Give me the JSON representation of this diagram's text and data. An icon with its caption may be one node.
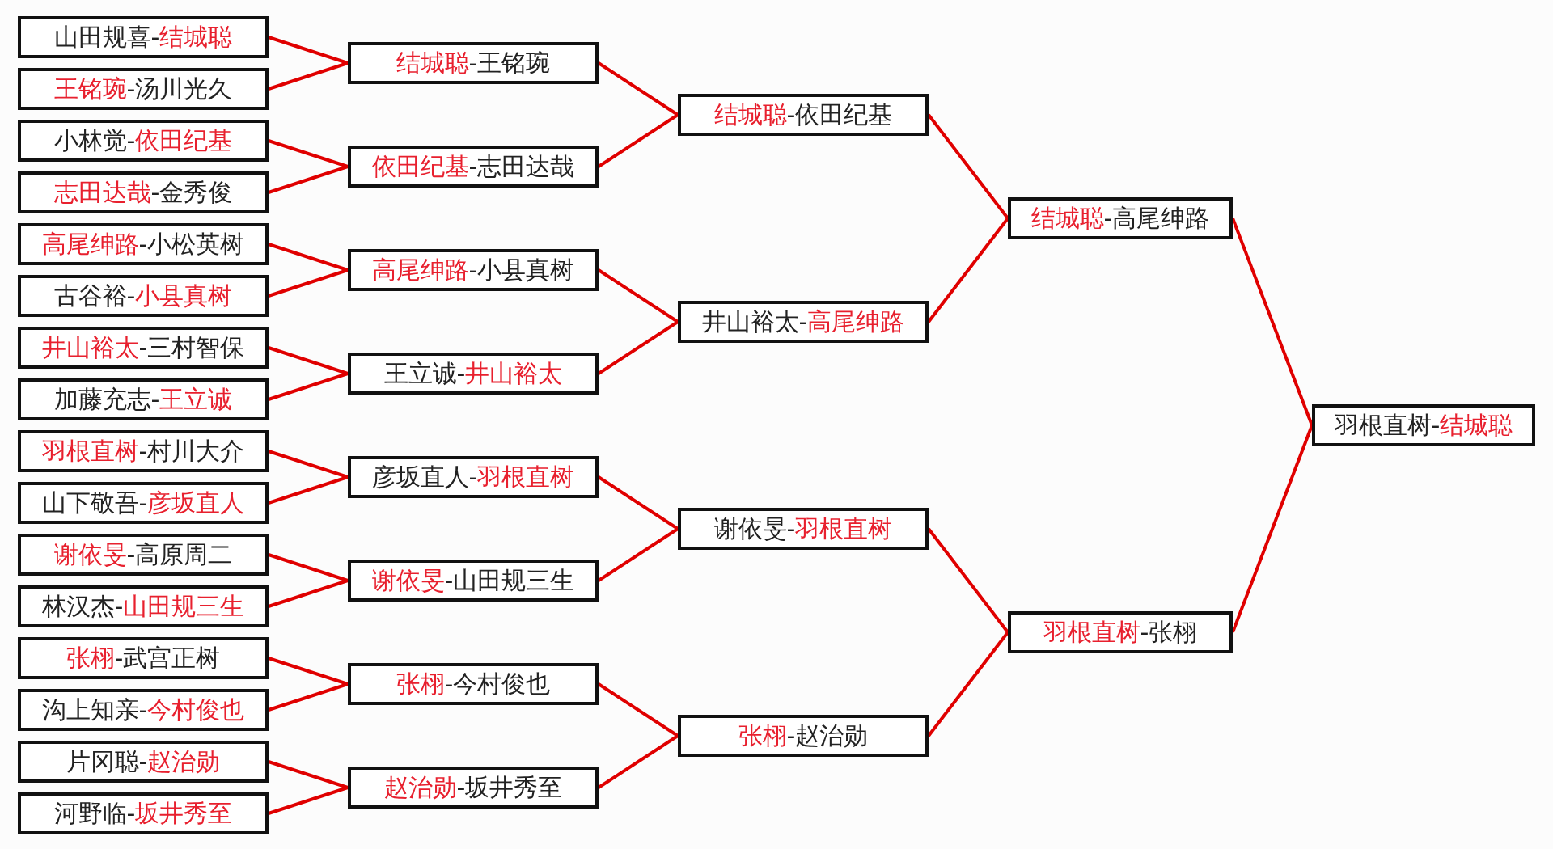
{
  "diagram": {
    "nodes": [
      {
        "text": [
          "山田规喜-结城聪"
        ]
      },
      {
        "text": [
          "王铭琬-汤川光久"
        ]
      },
      {
        "text": [
          "小林觉-依田纪基"
        ]
      },
      {
        "text": [
          "志田达哉-金秀俊"
        ]
      },
      {
        "text": [
          "高尾绅路-小松英树"
        ]
      },
      {
        "text": [
          "古谷裕-小县真树"
        ]
      },
      {
        "text": [
          "井山裕太-三村智保"
        ]
      },
      {
        "text": [
          "加藤充志-王立诚"
        ]
      },
      {
        "text": [
          "羽根直树-村川大介"
        ]
      },
      {
        "text": [
          "山下敬吾-彦坂直人"
        ]
      },
      {
        "text": [
          "谢依旻-高原周二"
        ]
      },
      {
        "text": [
          "林汉杰-山田规三生"
        ]
      },
      {
        "text": [
          "张栩-武宫正树"
        ]
      },
      {
        "text": [
          "沟上知亲-今村俊也"
        ]
      },
      {
        "text": [
          "片冈聪-赵治勋"
        ]
      },
      {
        "text": [
          "河野临-坂井秀至"
        ]
      },
      {
        "text": [
          "结城聪-王铭琬"
        ]
      },
      {
        "text": [
          "依田纪基-志田达哉"
        ]
      },
      {
        "text": [
          "高尾绅路-小县真树"
        ]
      },
      {
        "text": [
          "王立诚-井山裕太"
        ]
      },
      {
        "text": [
          "彦坂直人-羽根直树"
        ]
      },
      {
        "text": [
          "谢依旻-山田规三生"
        ]
      },
      {
        "text": [
          "张栩-今村俊也"
        ]
      },
      {
        "text": [
          "赵治勋-坂井秀至"
        ]
      },
      {
        "text": [
          "结城聪-依田纪基"
        ]
      },
      {
        "text": [
          "井山裕太-高尾绅路"
        ]
      },
      {
        "text": [
          "谢依旻-羽根直树"
        ]
      },
      {
        "text": [
          "张栩-赵治勋"
        ]
      },
      {
        "text": [
          "结城聪-高尾绅路"
        ]
      },
      {
        "text": [
          "羽根直树-张栩"
        ]
      },
      {
        "text": [
          "羽根直树-结城聪"
        ]
      }
    ],
    "edges": [
      {
        "from": 0,
        "to": 16,
        "arrow": "none"
      },
      {
        "from": 1,
        "to": 16,
        "arrow": "none"
      },
      {
        "from": 2,
        "to": 17,
        "arrow": "none"
      },
      {
        "from": 3,
        "to": 17,
        "arrow": "none"
      },
      {
        "from": 4,
        "to": 18,
        "arrow": "none"
      },
      {
        "from": 5,
        "to": 18,
        "arrow": "none"
      },
      {
        "from": 6,
        "to": 19,
        "arrow": "none"
      },
      {
        "from": 7,
        "to": 19,
        "arrow": "none"
      },
      {
        "from": 8,
        "to": 20,
        "arrow": "none"
      },
      {
        "from": 9,
        "to": 20,
        "arrow": "none"
      },
      {
        "from": 10,
        "to": 21,
        "arrow": "none"
      },
      {
        "from": 11,
        "to": 21,
        "arrow": "none"
      },
      {
        "from": 12,
        "to": 22,
        "arrow": "none"
      },
      {
        "from": 13,
        "to": 22,
        "arrow": "none"
      },
      {
        "from": 14,
        "to": 23,
        "arrow": "none"
      },
      {
        "from": 15,
        "to": 23,
        "arrow": "none"
      },
      {
        "from": 16,
        "to": 24,
        "arrow": "none"
      },
      {
        "from": 17,
        "to": 24,
        "arrow": "none"
      },
      {
        "from": 18,
        "to": 25,
        "arrow": "none"
      },
      {
        "from": 19,
        "to": 25,
        "arrow": "none"
      },
      {
        "from": 20,
        "to": 26,
        "arrow": "none"
      },
      {
        "from": 21,
        "to": 26,
        "arrow": "none"
      },
      {
        "from": 22,
        "to": 27,
        "arrow": "none"
      },
      {
        "from": 23,
        "to": 27,
        "arrow": "none"
      },
      {
        "from": 24,
        "to": 28,
        "arrow": "none"
      },
      {
        "from": 25,
        "to": 28,
        "arrow": "none"
      },
      {
        "from": 26,
        "to": 29,
        "arrow": "none"
      },
      {
        "from": 27,
        "to": 29,
        "arrow": "none"
      },
      {
        "from": 28,
        "to": 30,
        "arrow": "none"
      },
      {
        "from": 29,
        "to": 30,
        "arrow": "none"
      }
    ]
  }
}
